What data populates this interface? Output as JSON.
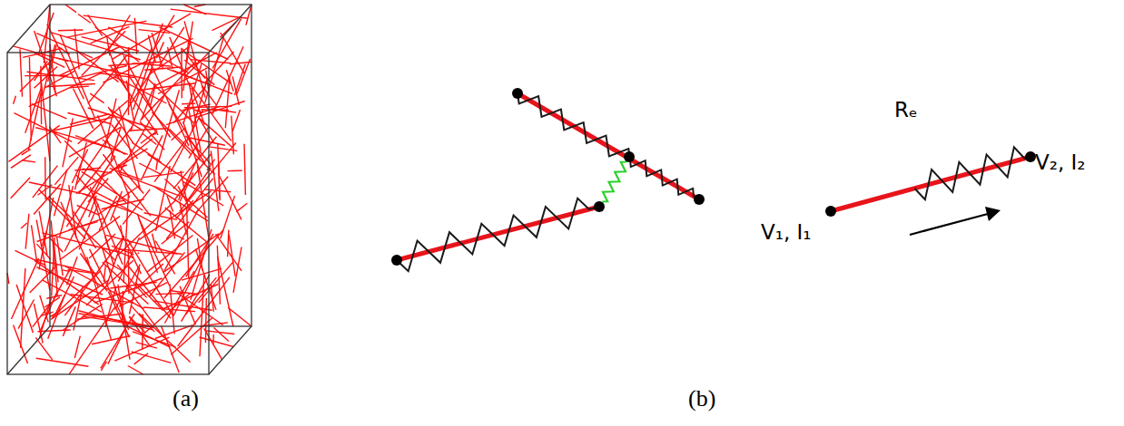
{
  "diagram": {
    "labels": [
      "(a)",
      "(b)",
      "Rₑ",
      "V₁, I₁",
      "V₂, I₂"
    ]
  }
}
